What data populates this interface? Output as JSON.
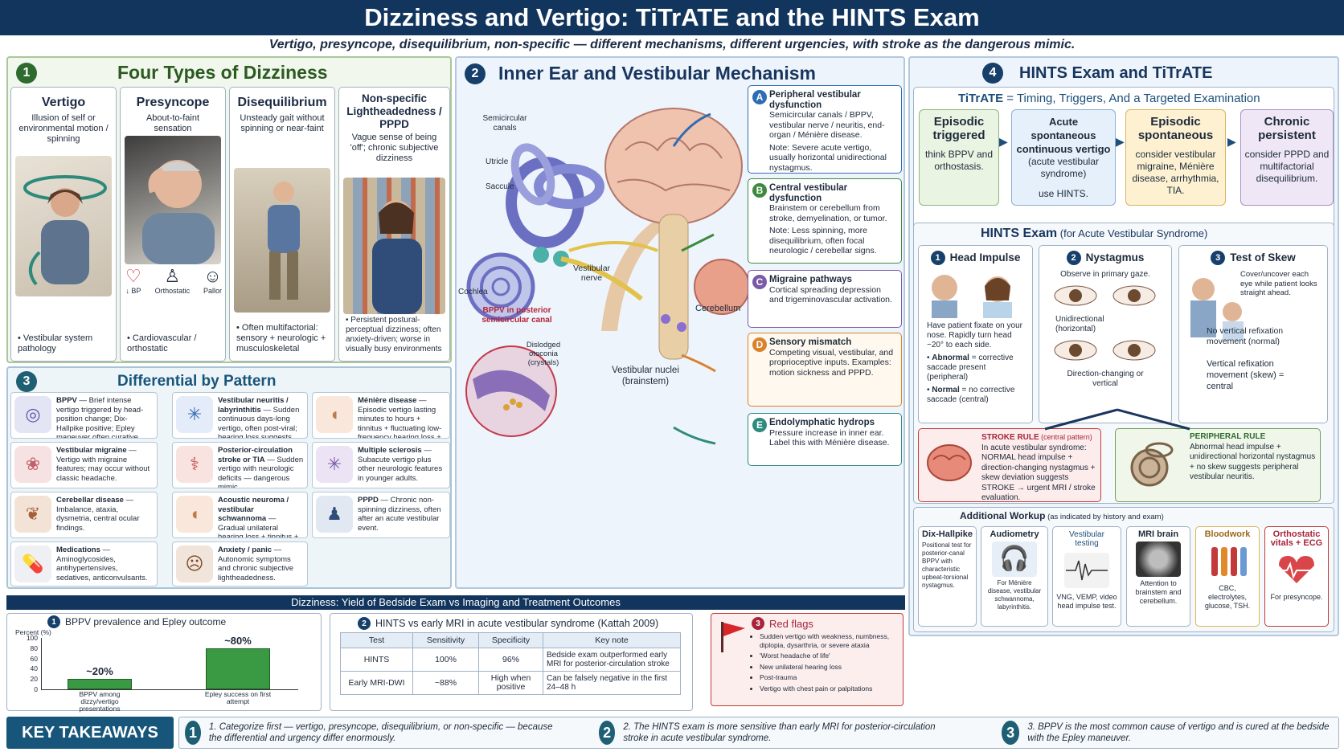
{
  "title": "Dizziness and Vertigo: TiTrATE and the HINTS Exam",
  "subtitle": "Vertigo, presyncope, disequilibrium, non-specific — different mechanisms, different urgencies, with stroke as the dangerous mimic.",
  "panel1": {
    "num": "1",
    "heading": "Four Types of Dizziness",
    "cards": [
      {
        "title": "Vertigo",
        "desc": "Illusion of self or environmental motion / spinning",
        "foot": "• Vestibular system pathology"
      },
      {
        "title": "Presyncope",
        "desc": "About-to-faint sensation",
        "foot": "• Cardiovascular / orthostatic",
        "icons": [
          "↓ BP",
          "Orthostatic",
          "Pallor"
        ]
      },
      {
        "title": "Disequilibrium",
        "desc": "Unsteady gait without spinning or near-faint",
        "foot": "• Often multifactorial: sensory + neurologic + musculoskeletal"
      },
      {
        "title": "Non-specific Lightheadedness / PPPD",
        "desc": "Vague sense of being 'off'; chronic subjective dizziness",
        "foot": "• Persistent postural-perceptual dizziness; often anxiety-driven; worse in visually busy environments"
      }
    ]
  },
  "panel3": {
    "num": "3",
    "heading": "Differential by Pattern",
    "items": [
      {
        "name": "BPPV",
        "text": " — Brief intense vertigo triggered by head-position change; Dix-Hallpike positive; Epley maneuver often curative."
      },
      {
        "name": "Vestibular neuritis / labyrinthitis",
        "text": " — Sudden continuous days-long vertigo, often post-viral; hearing loss suggests labyrinthitis."
      },
      {
        "name": "Ménière disease",
        "text": " — Episodic vertigo lasting minutes to hours + tinnitus + fluctuating low-frequency hearing loss + aural fullness."
      },
      {
        "name": "Vestibular migraine",
        "text": " — Vertigo with migraine features; may occur without classic headache."
      },
      {
        "name": "Posterior-circulation stroke or TIA",
        "text": " — Sudden vertigo with neurologic deficits — dangerous mimic."
      },
      {
        "name": "Multiple sclerosis",
        "text": " — Subacute vertigo plus other neurologic features in younger adults."
      },
      {
        "name": "Cerebellar disease",
        "text": " — Imbalance, ataxia, dysmetria, central ocular findings."
      },
      {
        "name": "Acoustic neuroma / vestibular schwannoma",
        "text": " — Gradual unilateral hearing loss + tinnitus + mild imbalance."
      },
      {
        "name": "PPPD",
        "text": " — Chronic non-spinning dizziness, often after an acute vestibular event."
      },
      {
        "name": "Medications",
        "text": " — Aminoglycosides, antihypertensives, sedatives, anticonvulsants."
      },
      {
        "name": "Anxiety / panic",
        "text": " — Autonomic symptoms and chronic subjective lightheadedness."
      }
    ]
  },
  "panel2": {
    "num": "2",
    "heading": "Inner Ear and Vestibular Mechanism",
    "labels": {
      "canals": "Semicircular canals",
      "utricle": "Utricle",
      "saccule": "Saccule",
      "cochlea": "Cochlea",
      "nerve": "Vestibular nerve",
      "cerebellum": "Cerebellum",
      "nuclei": "Vestibular nuclei (brainstem)",
      "bppv": "BPPV in posterior semicircular canal",
      "otoconia": "Dislodged otoconia (crystals)"
    },
    "mechanisms": [
      {
        "letter": "A",
        "title": "Peripheral vestibular dysfunction",
        "text": "Semicircular canals / BPPV, vestibular nerve / neuritis, end-organ / Ménière disease.",
        "note": "Note: Severe acute vertigo, usually horizontal unidirectional nystagmus.",
        "color": "#2e6db4"
      },
      {
        "letter": "B",
        "title": "Central vestibular dysfunction",
        "text": "Brainstem or cerebellum from stroke, demyelination, or tumor.",
        "note": "Note: Less spinning, more disequilibrium, often focal neurologic / cerebellar signs.",
        "color": "#3d8a3d"
      },
      {
        "letter": "C",
        "title": "Migraine pathways",
        "text": "Cortical spreading depression and trigeminovascular activation.",
        "note": "",
        "color": "#7a5aa8"
      },
      {
        "letter": "D",
        "title": "Sensory mismatch",
        "text": "Competing visual, vestibular, and proprioceptive inputs. Examples: motion sickness and PPPD.",
        "note": "",
        "color": "#d9822b"
      },
      {
        "letter": "E",
        "title": "Endolymphatic hydrops",
        "text": "Pressure increase in inner ear. Label this with Ménière disease.",
        "note": "",
        "color": "#2f8a7e"
      }
    ]
  },
  "panel4": {
    "num": "4",
    "heading": "HINTS Exam and TiTrATE",
    "titrate_a": "TiTrATE",
    "titrate_b": " = Timing, Triggers, And a Targeted Examination",
    "titrate": [
      {
        "title": "Episodic triggered",
        "text": "think BPPV and orthostasis.",
        "color": "#eaf4e2",
        "border": "#8fb57c"
      },
      {
        "title": "Acute spontaneous continuous vertigo",
        "sub": "(acute vestibular syndrome)",
        "text": "use HINTS.",
        "color": "#e6f0fa",
        "border": "#8ab0d6"
      },
      {
        "title": "Episodic spontaneous",
        "text": "consider vestibular migraine, Ménière disease, arrhythmia, TIA.",
        "color": "#fdf1d2",
        "border": "#d9b45a"
      },
      {
        "title": "Chronic persistent",
        "text": "consider PPPD and multifactorial disequilibrium.",
        "color": "#efe7f6",
        "border": "#a890c6"
      }
    ],
    "hints_title": "HINTS Exam",
    "hints_sub": " (for Acute Vestibular Syndrome)",
    "hints": [
      {
        "num": "1",
        "title": "Head Impulse",
        "text": "Have patient fixate on your nose. Rapidly turn head ~20° to each side.",
        "b1": "Abnormal",
        "b1t": " = corrective saccade present (peripheral)",
        "b2": "Normal",
        "b2t": " = no corrective saccade (central)"
      },
      {
        "num": "2",
        "title": "Nystagmus",
        "text": "Observe in primary gaze.",
        "l1": "Unidirectional (horizontal)",
        "l2": "Direction-changing or vertical"
      },
      {
        "num": "3",
        "title": "Test of Skew",
        "text": "Cover/uncover each eye while patient looks straight ahead.",
        "l1": "No vertical refixation movement (normal)",
        "l2": "Vertical refixation movement (skew) = central"
      }
    ],
    "stroke_rule": {
      "title": "STROKE RULE",
      "tag": " (central pattern)",
      "text": "In acute vestibular syndrome: NORMAL head impulse + direction-changing nystagmus + skew deviation suggests STROKE → urgent MRI / stroke evaluation."
    },
    "peripheral_rule": {
      "title": "PERIPHERAL RULE",
      "text": "Abnormal head impulse + unidirectional horizontal nystagmus + no skew suggests peripheral vestibular neuritis."
    },
    "workup_title": "Additional Workup",
    "workup_sub": " (as indicated by history and exam)",
    "workup": [
      {
        "title": "Dix-Hallpike",
        "text": "Positional test for posterior-canal BPPV with characteristic upbeat-torsional nystagmus."
      },
      {
        "title": "Audiometry",
        "text": "For Ménière disease, vestibular schwannoma, labyrinthitis."
      },
      {
        "title": "Vestibular testing",
        "text": "VNG, VEMP, video head impulse test."
      },
      {
        "title": "MRI brain",
        "text": "Attention to brainstem and cerebellum."
      },
      {
        "title": "Bloodwork",
        "text": "CBC, electrolytes, glucose, TSH."
      },
      {
        "title": "Orthostatic vitals + ECG",
        "text": "For presyncope."
      }
    ]
  },
  "bottom": {
    "banner": "Dizziness: Yield of Bedside Exam vs Imaging and Treatment Outcomes",
    "chart_title": "BPPV prevalence and Epley outcome",
    "table_title": "HINTS vs early MRI in acute vestibular syndrome  (Kattah 2009)",
    "table_headers": [
      "Test",
      "Sensitivity",
      "Specificity",
      "Key note"
    ],
    "table_rows": [
      [
        "HINTS",
        "100%",
        "96%",
        "Bedside exam outperformed early MRI for posterior-circulation stroke"
      ],
      [
        "Early MRI-DWI",
        "~88%",
        "High when positive",
        "Can be falsely negative in the first 24–48 h"
      ]
    ],
    "red_flags_title": "Red flags",
    "red_flags": [
      "Sudden vertigo with weakness, numbness, diplopia, dysarthria, or severe ataxia",
      "'Worst headache of life'",
      "New unilateral hearing loss",
      "Post-trauma",
      "Vertigo with chest pain or palpitations"
    ]
  },
  "chart_data": {
    "type": "bar",
    "title": "BPPV prevalence and Epley outcome",
    "ylabel": "Percent (%)",
    "ylim": [
      0,
      100
    ],
    "yticks": [
      "100",
      "80",
      "60",
      "40",
      "20",
      "0"
    ],
    "categories": [
      "BPPV among dizzy/vertigo presentations",
      "Epley success on first attempt"
    ],
    "values": [
      20,
      80
    ],
    "value_labels": [
      "~20%",
      "~80%"
    ],
    "color": "#3a9a44"
  },
  "takeaways": {
    "label": "KEY TAKEAWAYS",
    "items": [
      {
        "n": "1",
        "text": "1. Categorize first — vertigo, presyncope, disequilibrium, or non-specific — because the differential and urgency differ enormously."
      },
      {
        "n": "2",
        "text": "2. The HINTS exam is more sensitive than early MRI for posterior-circulation stroke in acute vestibular syndrome."
      },
      {
        "n": "3",
        "text": "3. BPPV is the most common cause of vertigo and is cured at the bedside with the Epley maneuver."
      }
    ]
  }
}
